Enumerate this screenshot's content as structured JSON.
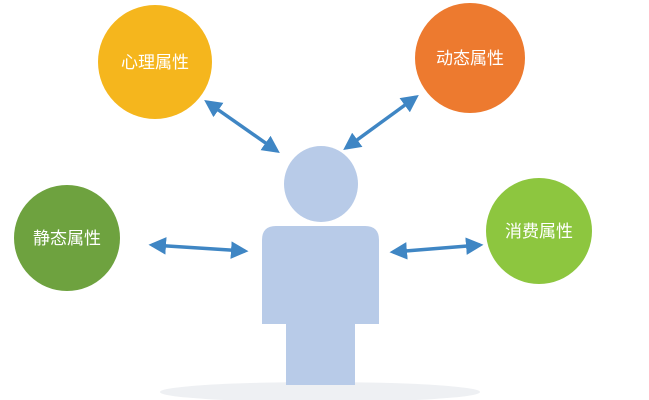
{
  "diagram": {
    "nodes": {
      "psychological": {
        "label": "心理属性",
        "color": "#F5B61D"
      },
      "dynamic": {
        "label": "动态属性",
        "color": "#ED7A2F"
      },
      "static": {
        "label": "静态属性",
        "color": "#6EA23F"
      },
      "consumption": {
        "label": "消费属性",
        "color": "#8DC63F"
      }
    },
    "person_color": "#B8CBE8",
    "arrow_color": "#3F86C4"
  }
}
